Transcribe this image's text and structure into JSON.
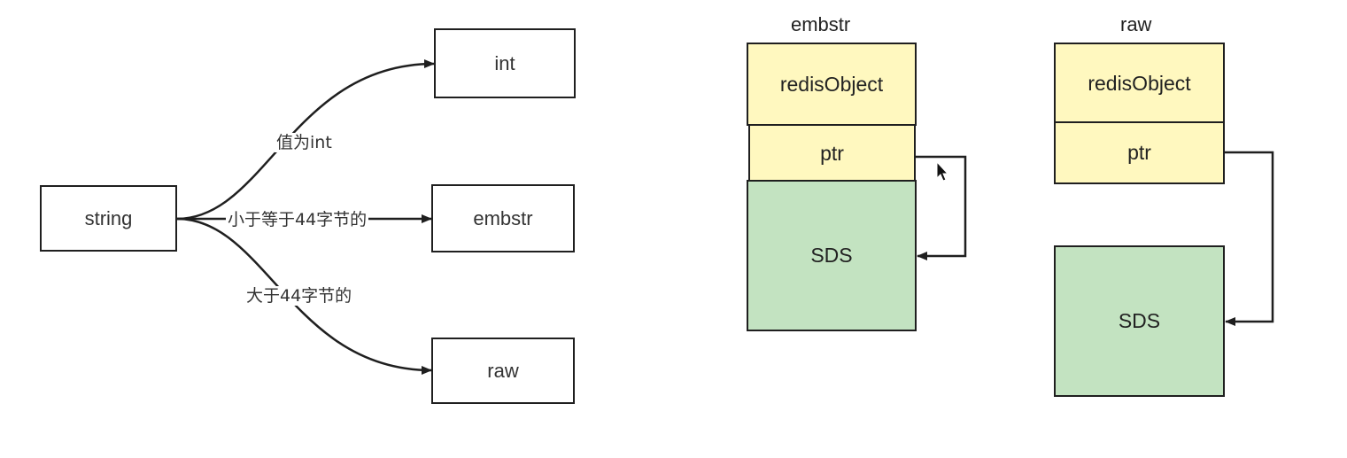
{
  "left_diagram": {
    "source": "string",
    "targets": {
      "int": "int",
      "embstr": "embstr",
      "raw": "raw"
    },
    "edge_labels": {
      "to_int": "值为int",
      "to_embstr": "小于等于44字节的",
      "to_raw": "大于44字节的"
    }
  },
  "embstr_layout": {
    "title": "embstr",
    "header": "redisObject",
    "pointer": "ptr",
    "body": "SDS"
  },
  "raw_layout": {
    "title": "raw",
    "header": "redisObject",
    "pointer": "ptr",
    "body": "SDS"
  },
  "colors": {
    "object_fill": "#fff8bf",
    "sds_fill": "#c3e3c1",
    "stroke": "#1f1f1f"
  }
}
